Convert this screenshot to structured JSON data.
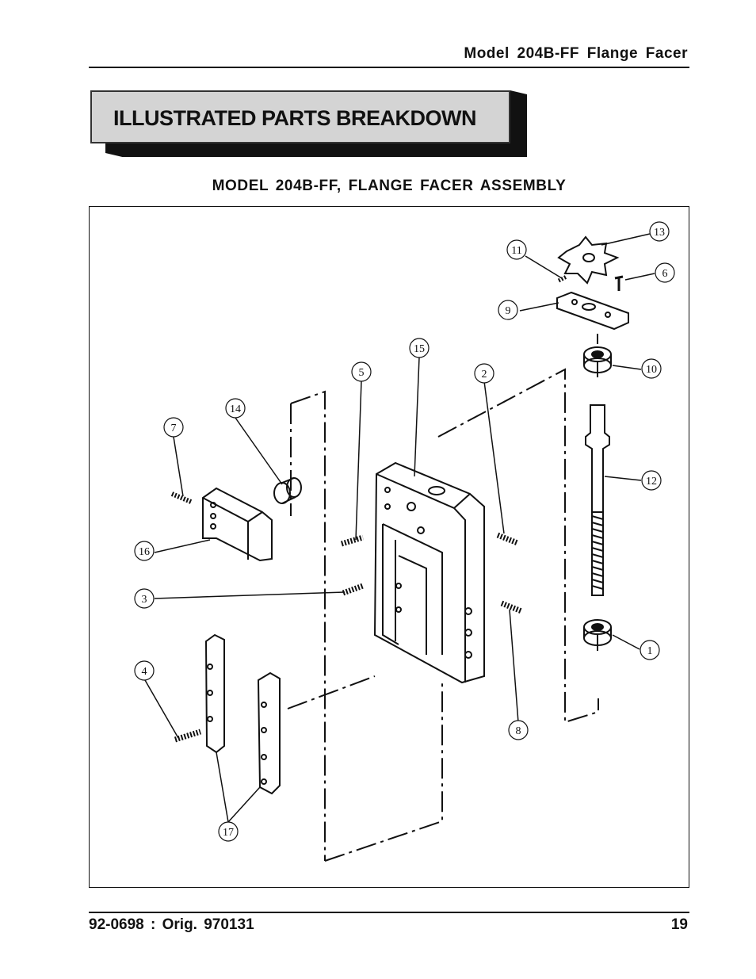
{
  "header": {
    "title": "Model 204B-FF Flange Facer"
  },
  "banner": {
    "title": "ILLUSTRATED PARTS BREAKDOWN"
  },
  "figure": {
    "title": "MODEL 204B-FF, FLANGE FACER ASSEMBLY",
    "callouts": [
      "13",
      "11",
      "6",
      "9",
      "15",
      "5",
      "2",
      "10",
      "14",
      "7",
      "12",
      "16",
      "3",
      "1",
      "4",
      "8",
      "17"
    ]
  },
  "footer": {
    "doc_number": "92-0698 : Orig. 970131",
    "page_number": "19"
  }
}
